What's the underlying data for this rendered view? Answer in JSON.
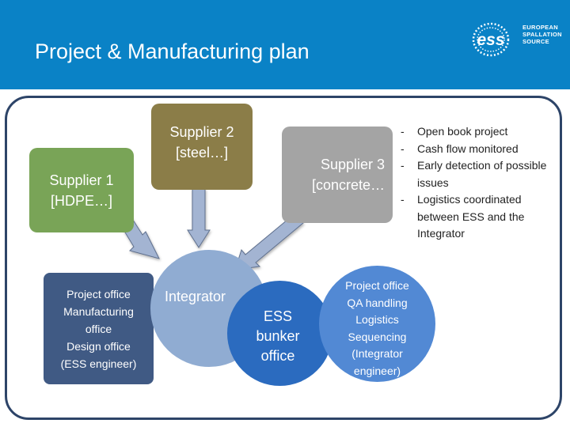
{
  "slide": {
    "title": "Project & Manufacturing plan"
  },
  "logo": {
    "mark": "ess",
    "line1": "EUROPEAN",
    "line2": "SPALLATION",
    "line3": "SOURCE"
  },
  "diagram": {
    "supplier1": {
      "line1": "Supplier 1",
      "line2": "[HDPE…]"
    },
    "supplier2": {
      "line1": "Supplier 2",
      "line2": "[steel…]"
    },
    "supplier3": {
      "line1": "Supplier 3",
      "line2": "[concrete…"
    },
    "project_office": {
      "line1": "Project office",
      "line2": "Manufacturing",
      "line3": "office",
      "line4": "Design office",
      "line5": "(ESS engineer)"
    },
    "integrator": {
      "label": "Integrator"
    },
    "ess_bunker": {
      "line1": "ESS",
      "line2": "bunker",
      "line3": "office"
    },
    "qa_office": {
      "line1": "Project office",
      "line2": "QA handling",
      "line3": "Logistics",
      "line4": "Sequencing",
      "line5": "(Integrator",
      "line6": "engineer)"
    },
    "bullets": [
      "Open book project",
      "Cash flow monitored",
      "Early detection of possible issues",
      "Logistics coordinated between ESS and the Integrator"
    ]
  },
  "colors": {
    "header": "#0a82c6",
    "supplier1": "#79a457",
    "supplier2": "#8b7d48",
    "supplier3": "#a4a4a4",
    "project_office": "#405a84",
    "integrator": "#90acd2",
    "ess_bunker": "#2b6bbf",
    "qa_office": "#5289d4",
    "arrows": "#a3b4d2",
    "frame": "#2d4468"
  }
}
